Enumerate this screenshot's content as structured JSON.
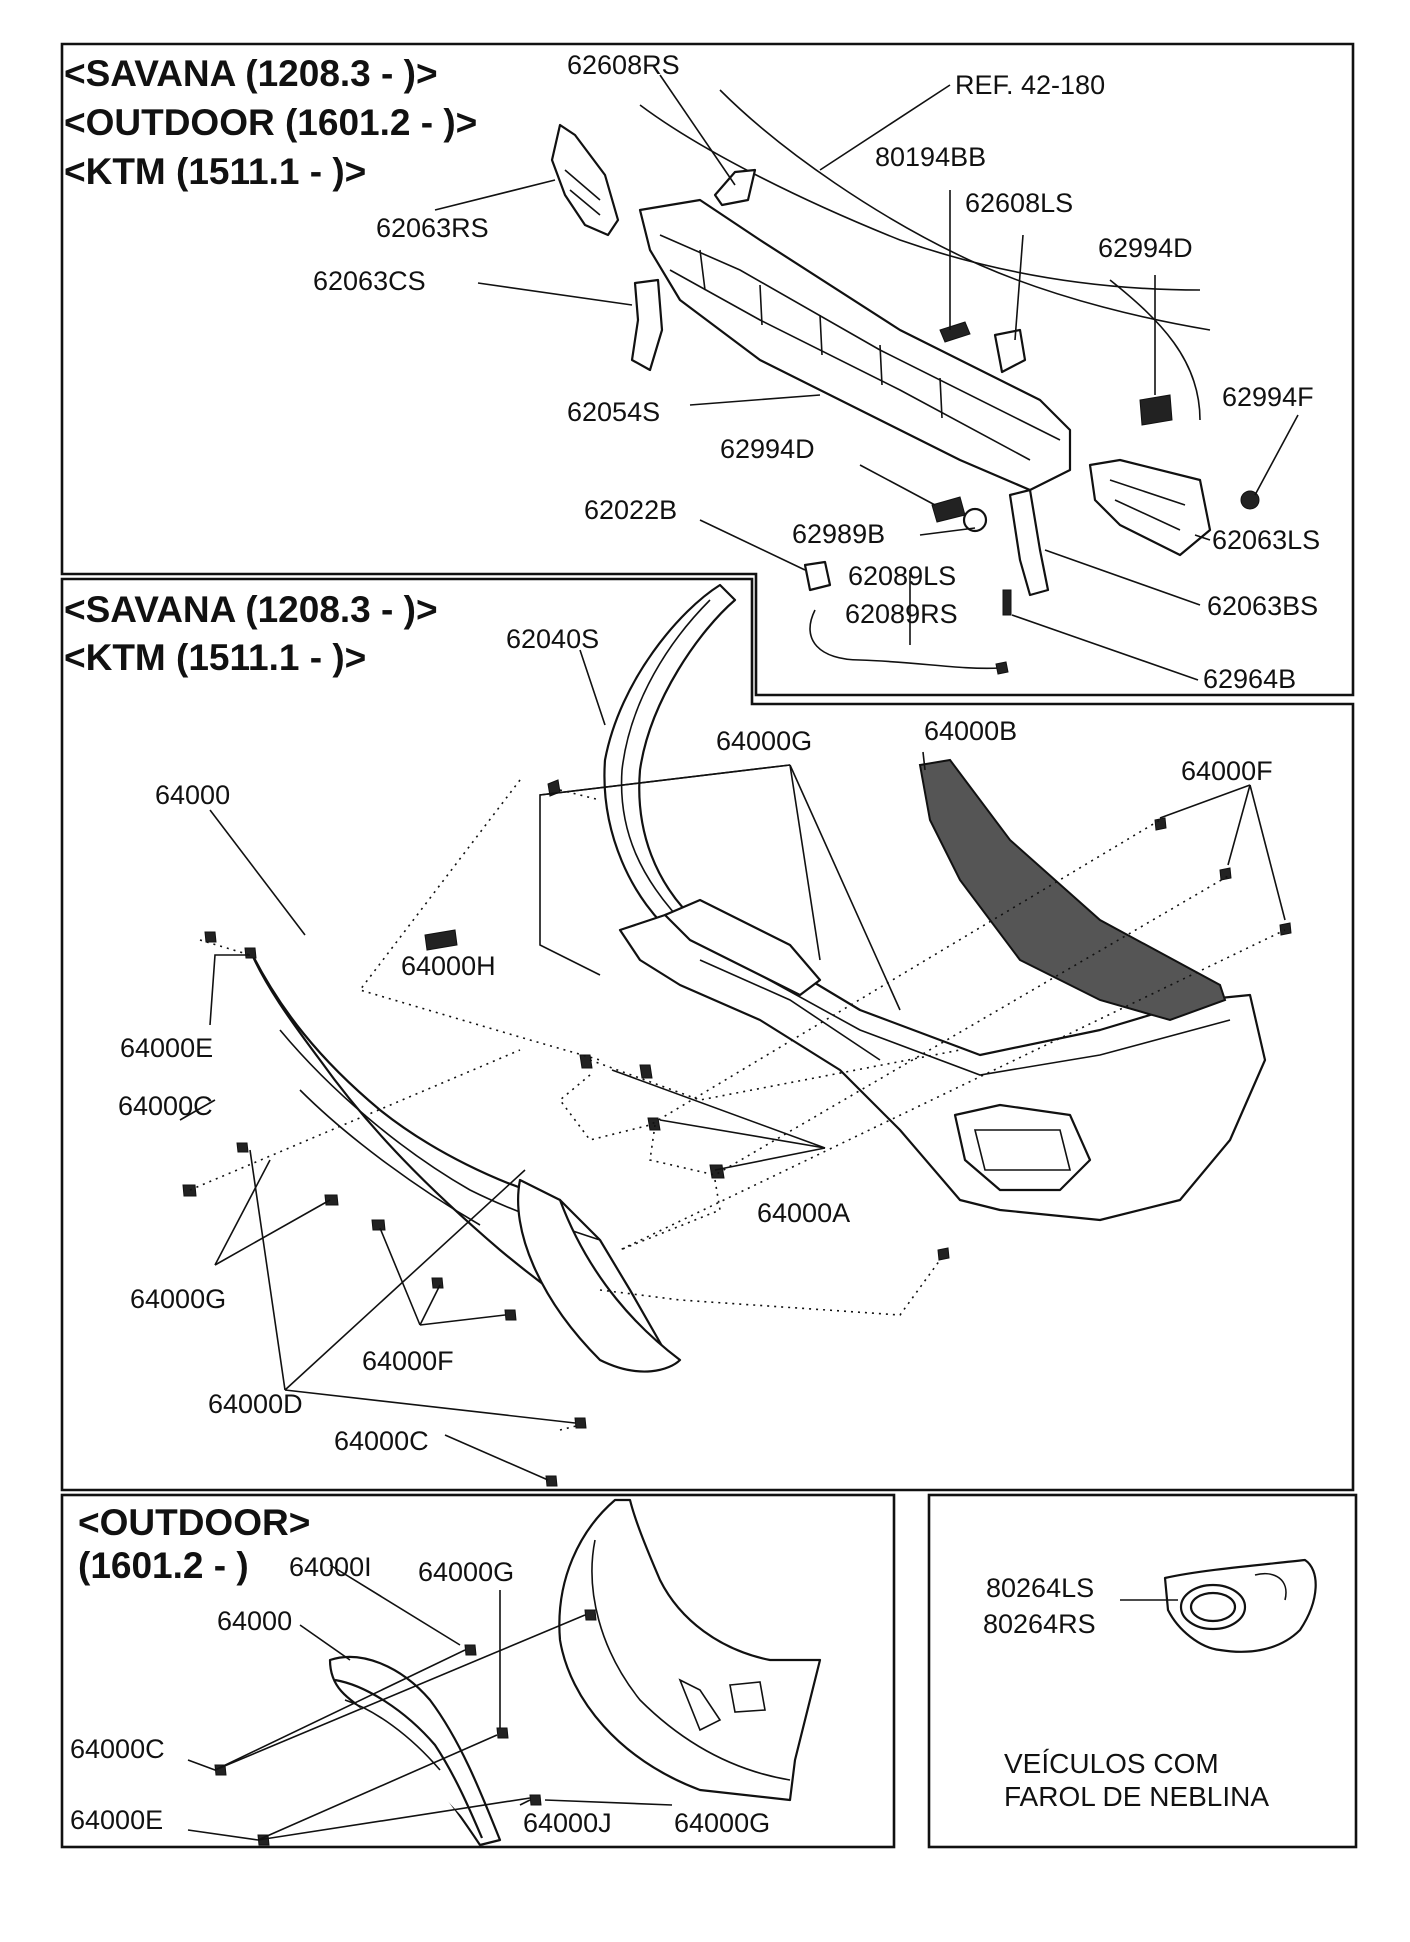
{
  "sections": {
    "top": {
      "header": [
        "<SAVANA (1208.3 - )>",
        "<OUTDOOR (1601.2 - )>",
        "<KTM (1511.1 - )>"
      ],
      "labels": {
        "p62608RS": "62608RS",
        "ref": "REF. 42-180",
        "p80194BB": "80194BB",
        "p62063RS": "62063RS",
        "p62608LS": "62608LS",
        "p62994D_a": "62994D",
        "p62063CS": "62063CS",
        "p62054S": "62054S",
        "p62994F": "62994F",
        "p62994D_b": "62994D",
        "p62022B": "62022B",
        "p62989B": "62989B",
        "p62063LS": "62063LS",
        "p62089LS": "62089LS",
        "p62089RS": "62089RS",
        "p62063BS": "62063BS",
        "p62964B": "62964B"
      }
    },
    "middle": {
      "header": [
        "<SAVANA (1208.3 - )>",
        "<KTM (1511.1 - )>"
      ],
      "labels": {
        "p62040S": "62040S",
        "p64000G_top": "64000G",
        "p64000B": "64000B",
        "p64000F_right": "64000F",
        "p64000": "64000",
        "p64000H": "64000H",
        "p64000E": "64000E",
        "p64000C_left": "64000C",
        "p64000A": "64000A",
        "p64000G_left": "64000G",
        "p64000F_bottom": "64000F",
        "p64000D": "64000D",
        "p64000C_bottom": "64000C"
      }
    },
    "outdoor": {
      "header": [
        "<OUTDOOR>",
        "(1601.2 - )"
      ],
      "labels": {
        "p64000I": "64000I",
        "p64000G_top": "64000G",
        "p64000": "64000",
        "p64000C": "64000C",
        "p64000E": "64000E",
        "p64000J": "64000J",
        "p64000G_bottom": "64000G"
      }
    },
    "fog": {
      "labels": {
        "p80264LS": "80264LS",
        "p80264RS": "80264RS"
      },
      "note": [
        "VEÍCULOS COM",
        "FAROL DE NEBLINA"
      ]
    }
  }
}
